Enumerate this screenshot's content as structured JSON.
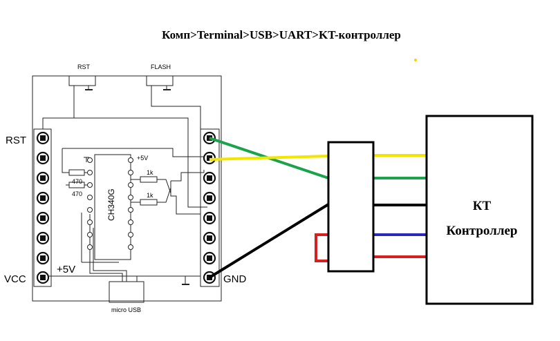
{
  "title": "Комп>Terminal>USB>UART>KT-контроллер",
  "board": {
    "left_labels": {
      "rst": "RST",
      "vcc": "VCC"
    },
    "right_label_gnd": "GND",
    "plus5_label": "+5V",
    "button_rst": "RST",
    "button_flash": "FLASH",
    "chip_label": "CH340G",
    "chip_plus5": "+5V",
    "resistor_470_a": "470",
    "resistor_470_b": "470",
    "resistor_1k_a": "1k",
    "resistor_1k_b": "1k",
    "usb_label": "micro USB"
  },
  "controller": {
    "line1": "КТ",
    "line2": "Контроллер"
  },
  "wire_colors": {
    "green": "#1aa34a",
    "yellow": "#f2e600",
    "black": "#000000",
    "blue": "#2a2ab8",
    "red": "#d42020",
    "dot": "#f2d400"
  }
}
